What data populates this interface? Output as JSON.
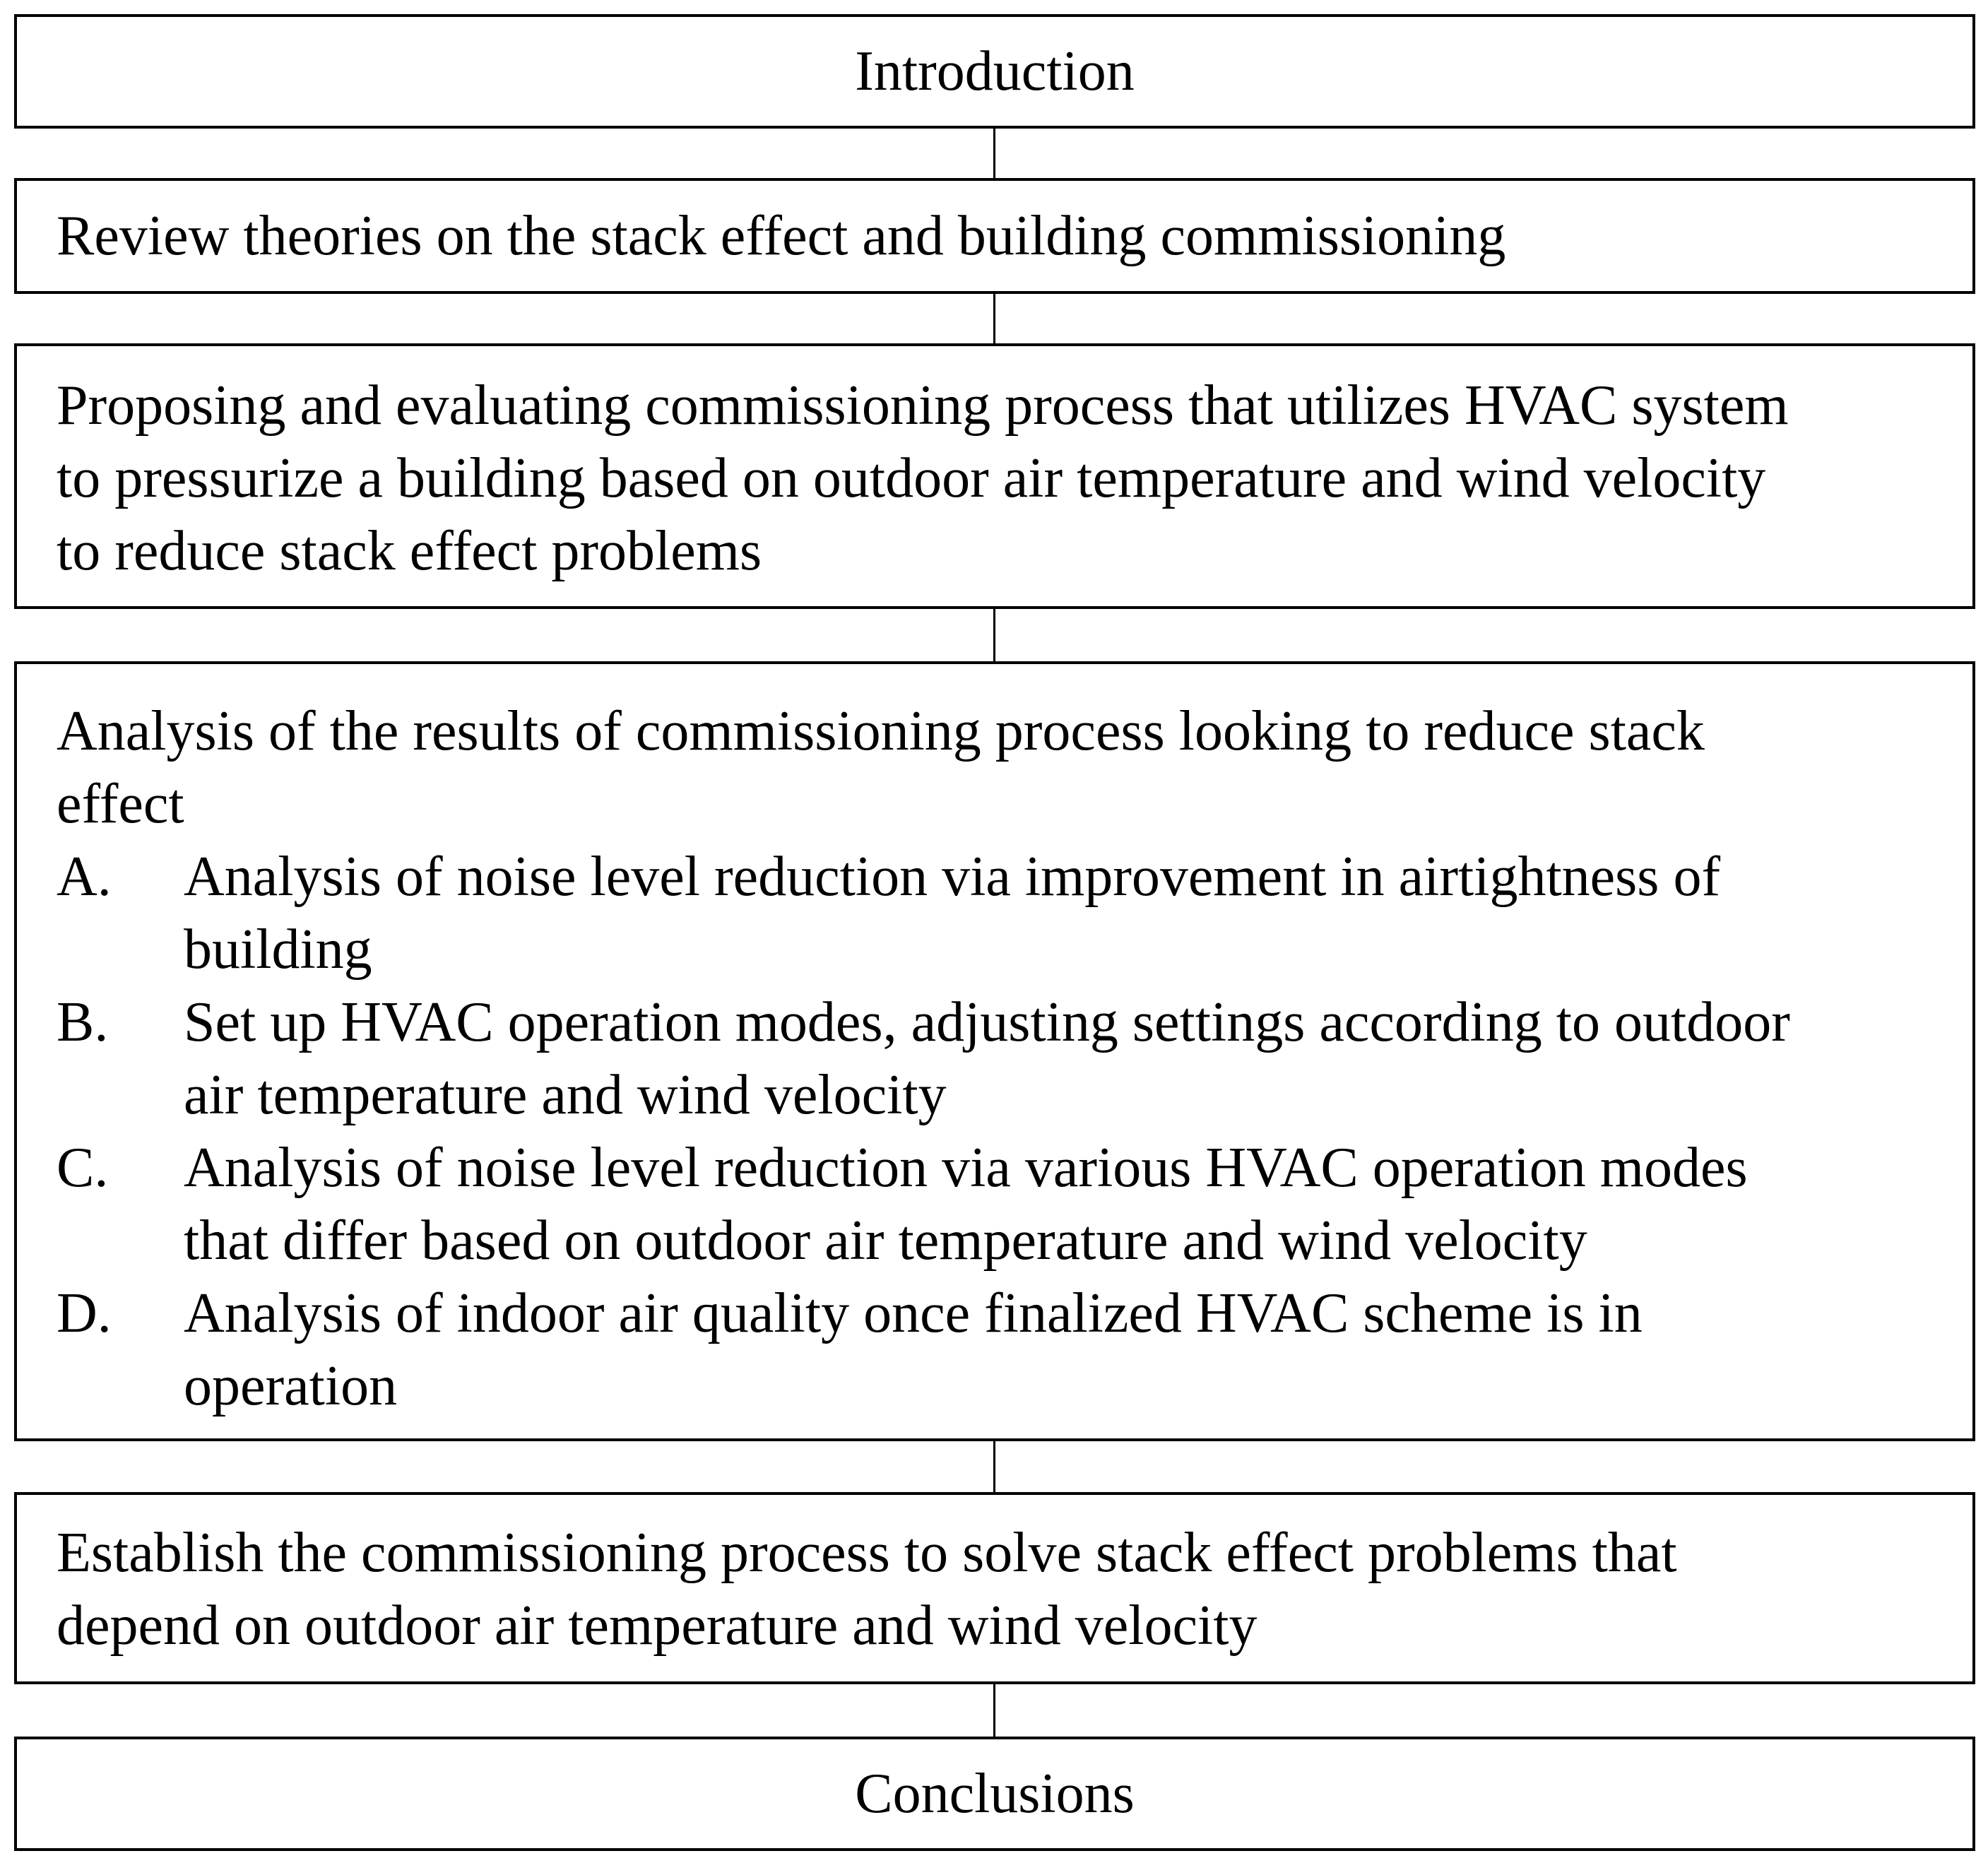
{
  "steps": {
    "introduction": "Introduction",
    "review": "Review theories on the stack effect and building commissioning",
    "proposing": {
      "line1": "Proposing and evaluating commissioning process that utilizes HVAC system",
      "line2": "to pressurize a building based on outdoor air temperature and wind velocity",
      "line3": "to reduce stack effect problems"
    },
    "analysis": {
      "line1": "Analysis of the results of commissioning process looking to reduce stack",
      "line2": "effect",
      "items": [
        {
          "letter": "A.",
          "line1": "Analysis of noise level reduction via improvement in airtightness of",
          "line2": "building"
        },
        {
          "letter": "B.",
          "line1": "Set up HVAC operation modes, adjusting settings according to outdoor",
          "line2": "air temperature and wind velocity"
        },
        {
          "letter": "C.",
          "line1": "Analysis of noise level reduction via various HVAC operation modes",
          "line2": "that differ based on outdoor air temperature and wind velocity"
        },
        {
          "letter": "D.",
          "line1": "Analysis of indoor air quality once finalized HVAC scheme is in",
          "line2": "operation"
        }
      ]
    },
    "establish": {
      "line1": "Establish the commissioning process to solve stack effect problems that",
      "line2": "depend on outdoor air temperature and wind velocity"
    },
    "conclusions": "Conclusions"
  }
}
